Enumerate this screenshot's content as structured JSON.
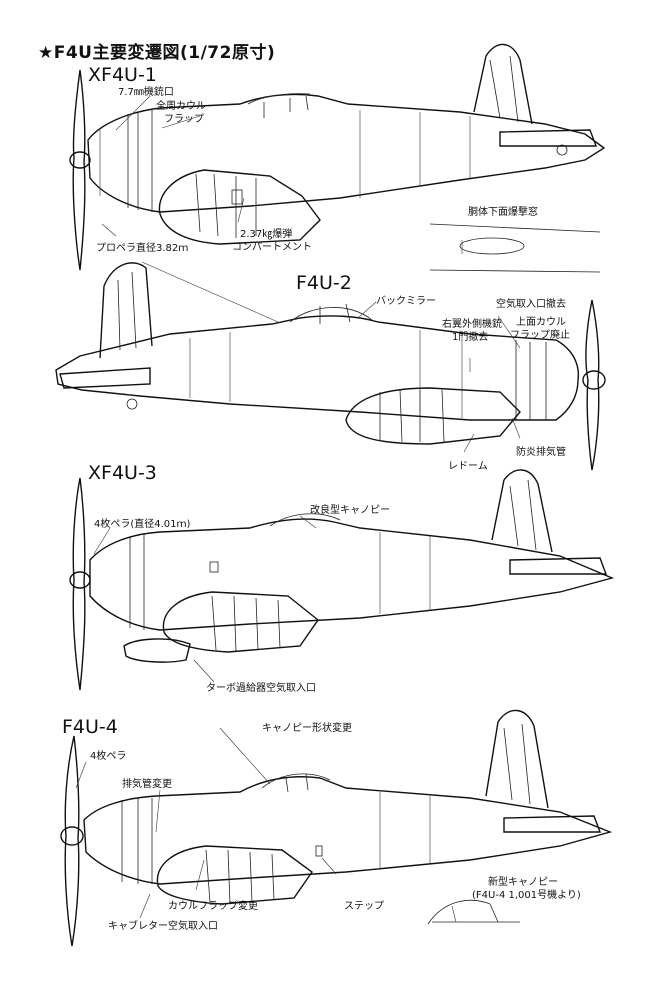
{
  "title": "★F4U主要変遷図(1/72原寸)",
  "variants": {
    "xf4u1": "XF4U-1",
    "f4u2": "F4U-2",
    "xf4u3": "XF4U-3",
    "f4u4": "F4U-4"
  },
  "annotations": {
    "gun_port": "7.7㎜機銃口",
    "cowl_flap_1": "全周カウル",
    "cowl_flap_2": "フラップ",
    "bomb_1": "2.37㎏爆弾",
    "bomb_2": "コンパートメント",
    "prop_diameter": "プロペラ直径3.82ｍ",
    "belly_window": "胴体下面爆撃窓",
    "mirror": "バックミラー",
    "intake_removed": "空気取入口撤去",
    "gun_removed_1": "右翼外側機銃",
    "gun_removed_2": "1門撤去",
    "upper_cowl_1": "上面カウル",
    "upper_cowl_2": "フラップ廃止",
    "radome": "レドーム",
    "flame_damper": "防炎排気管",
    "improved_canopy": "改良型キャノピー",
    "four_blade_dia": "4枚ペラ(直径4.01ｍ)",
    "turbo_intake": "ターボ過給器空気取入口",
    "canopy_change": "キャノピー形状変更",
    "four_blade": "4枚ペラ",
    "exhaust_change": "排気管変更",
    "cowl_flap_change": "カウルフラップ変更",
    "step": "ステップ",
    "carb_intake": "キャブレター空気取入口",
    "new_canopy_1": "新型キャノピー",
    "new_canopy_2": "(F4U-4 1,001号機より)"
  }
}
